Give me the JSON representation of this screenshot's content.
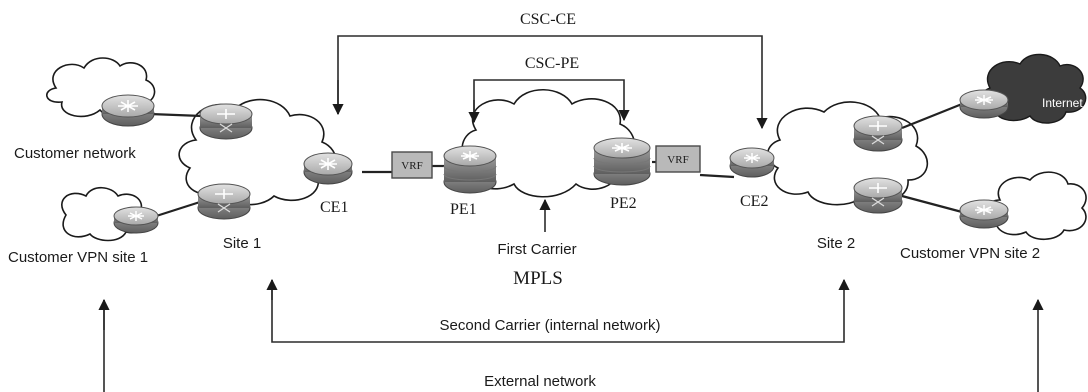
{
  "labels": {
    "csc_ce": "CSC-CE",
    "csc_pe": "CSC-PE",
    "customer_network": "Customer network",
    "customer_vpn_site_1": "Customer VPN site 1",
    "customer_vpn_site_2": "Customer VPN site 2",
    "site_1": "Site 1",
    "site_2": "Site 2",
    "ce1": "CE1",
    "ce2": "CE2",
    "pe1": "PE1",
    "pe2": "PE2",
    "vrf_left": "VRF",
    "vrf_right": "VRF",
    "first_carrier": "First Carrier",
    "mpls": "MPLS",
    "second_carrier": "Second Carrier  (internal network)",
    "external_network": "External network",
    "internet": "Internet"
  },
  "colors": {
    "router_body": "#8e8e8e",
    "router_top": "#c9c9c9",
    "vrf_box": "#b9b9b9",
    "internet_cloud": "#3c3c3c"
  }
}
